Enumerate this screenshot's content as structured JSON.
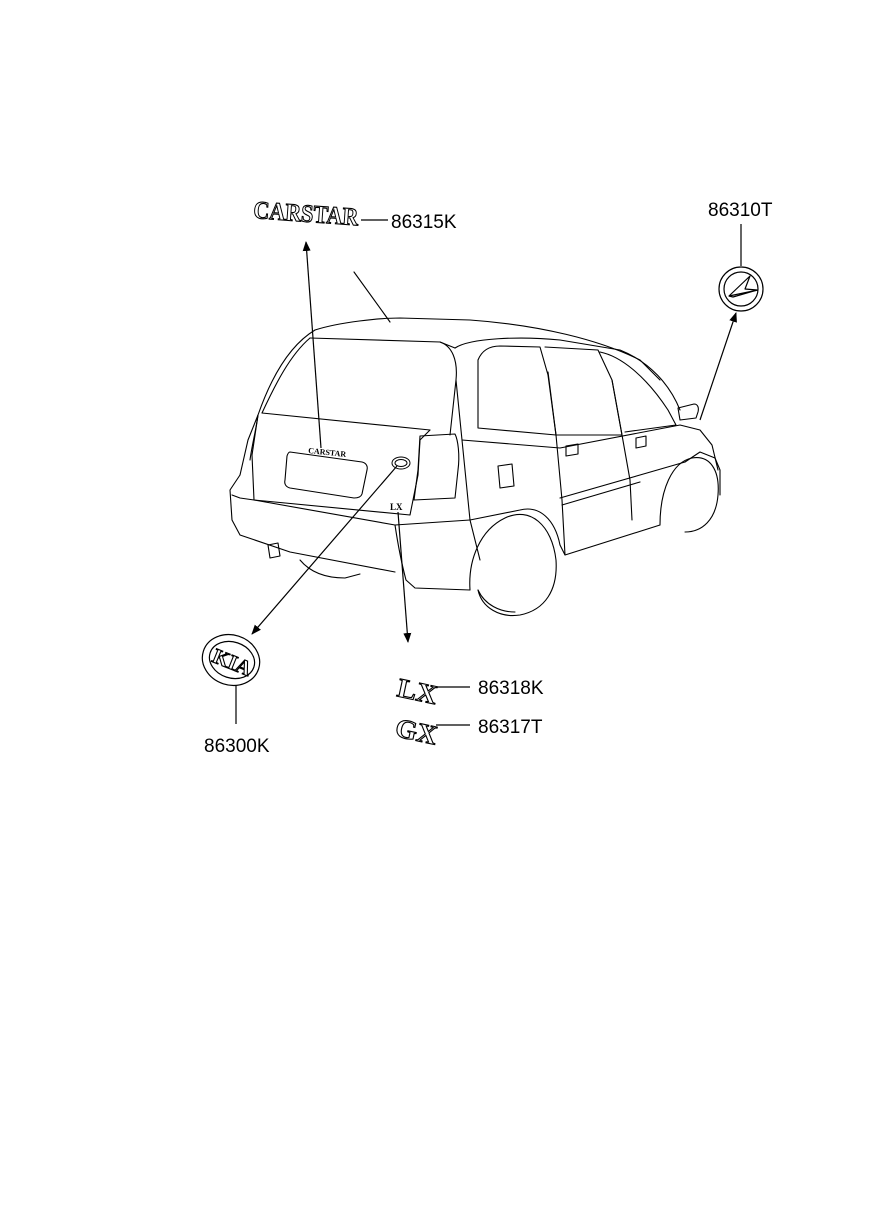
{
  "parts": {
    "carstar": {
      "number": "86315K",
      "emblem_text": "CARSTAR"
    },
    "wheel_cap": {
      "number": "86310T"
    },
    "kia": {
      "number": "86300K",
      "emblem_text": "KIA"
    },
    "lx": {
      "number": "86318K",
      "emblem_text": "LX"
    },
    "gx": {
      "number": "86317T",
      "emblem_text": "GX"
    }
  },
  "vehicle": {
    "plate_badge_text": "CARSTAR",
    "trim_badge_text": "LX"
  }
}
